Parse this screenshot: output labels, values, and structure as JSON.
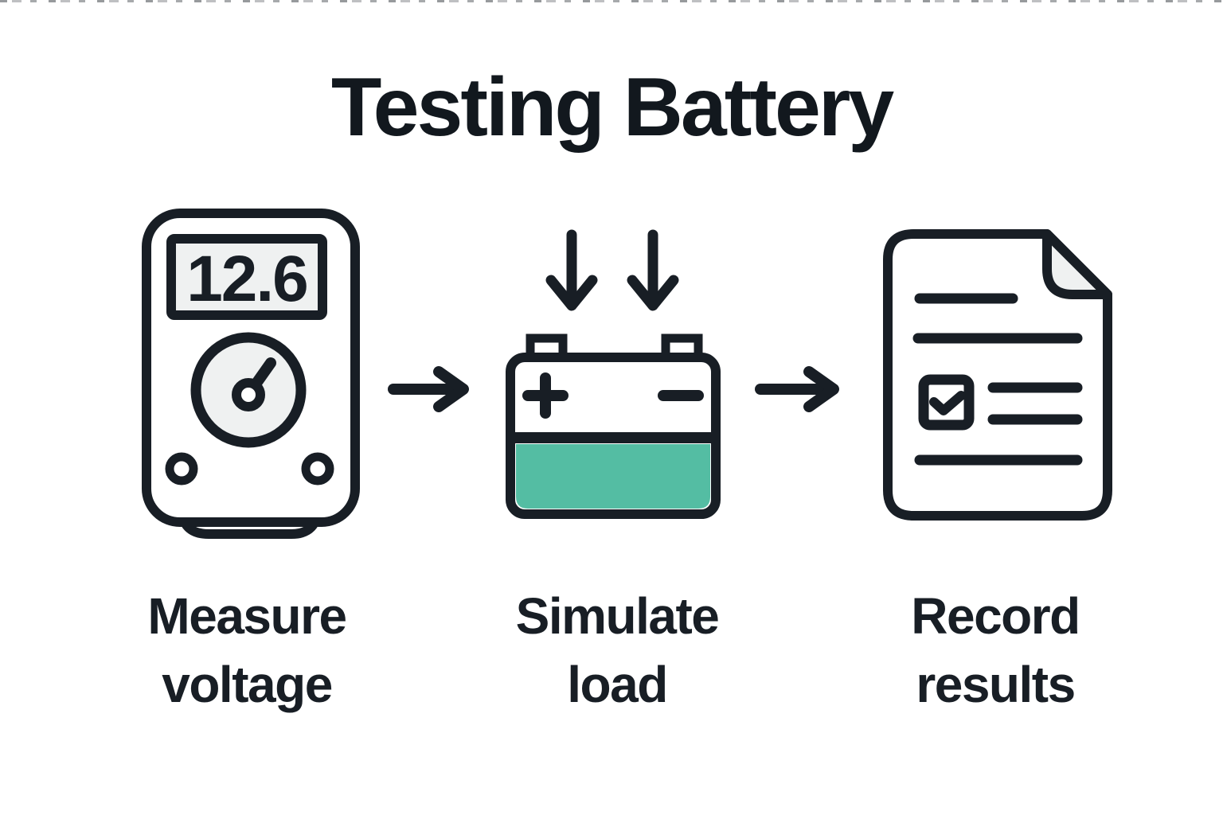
{
  "page": {
    "title": "Testing Battery"
  },
  "colors": {
    "ink": "#181e25",
    "panel_fill": "#eff1f1",
    "battery_charge_teal": "#54bda3",
    "background": "#ffffff"
  },
  "steps": [
    {
      "name": "measure-voltage",
      "icon": "multimeter-icon",
      "display_value": "12.6",
      "label_line1": "Measure",
      "label_line2": "voltage"
    },
    {
      "name": "simulate-load",
      "icon": "battery-icon",
      "label_line1": "Simulate",
      "label_line2": "load"
    },
    {
      "name": "record-results",
      "icon": "document-checklist-icon",
      "label_line1": "Record",
      "label_line2": "results"
    }
  ],
  "connector_icon": "arrow-right-icon",
  "load_arrow_icon": "arrow-down-icon"
}
